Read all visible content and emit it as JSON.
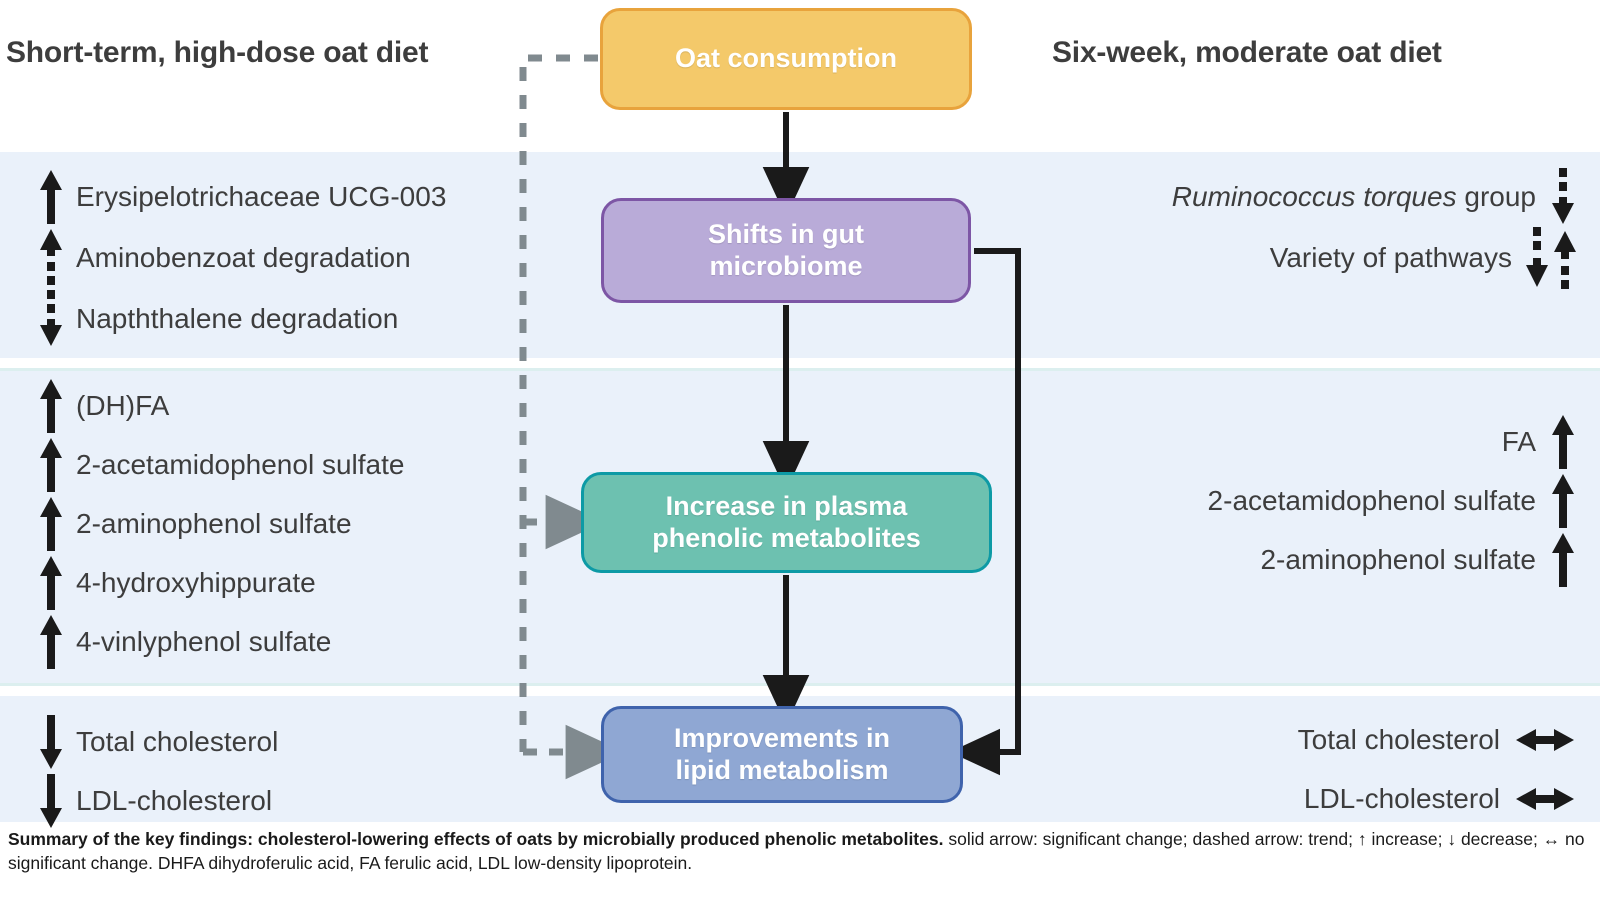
{
  "headings": {
    "left": "Short-term, high-dose oat diet",
    "right": "Six-week, moderate oat diet"
  },
  "nodes": {
    "oat": "Oat consumption",
    "microbiome": "Shifts in gut\nmicrobiome",
    "phenolic": "Increase in plasma\nphenolic metabolites",
    "lipid": "Improvements in\nlipid metabolism"
  },
  "colors": {
    "band": "#eaf1fa",
    "band_tint_edge": "#dcefef",
    "oat_fill": "#f4c96a",
    "oat_border": "#e8a33c",
    "microbiome_fill": "#b9abd8",
    "microbiome_border": "#7d56a5",
    "phenolic_fill": "#6dc1b0",
    "phenolic_border": "#0d9aa5",
    "lipid_fill": "#8fa7d3",
    "lipid_border": "#3f63ac",
    "solid_arrow": "#1a1a1a",
    "dashed_arrow": "#808a8f",
    "text": "#3d3d3d"
  },
  "left_column": {
    "microbiome": [
      {
        "label": "Erysipelotrichaceae UCG-003",
        "arrow": "solid-up"
      },
      {
        "label": "Aminobenzoat degradation",
        "arrow": "dashed-up"
      },
      {
        "label": "Napththalene degradation",
        "arrow": "dashed-down"
      }
    ],
    "metabolites": [
      {
        "label": "(DH)FA",
        "arrow": "solid-up"
      },
      {
        "label": "2-acetamidophenol sulfate",
        "arrow": "solid-up"
      },
      {
        "label": "2-aminophenol sulfate",
        "arrow": "solid-up"
      },
      {
        "label": "4-hydroxyhippurate",
        "arrow": "solid-up"
      },
      {
        "label": "4-vinlyphenol sulfate",
        "arrow": "solid-up"
      }
    ],
    "lipids": [
      {
        "label": "Total cholesterol",
        "arrow": "solid-down"
      },
      {
        "label": "LDL-cholesterol",
        "arrow": "solid-down"
      }
    ]
  },
  "right_column": {
    "microbiome": [
      {
        "label_italic": "Ruminococcus torques",
        "label_roman": " group",
        "arrow": "dashed-down"
      },
      {
        "label_italic": "",
        "label_roman": "Variety of pathways",
        "arrow": "dashed-down-and-up"
      }
    ],
    "metabolites": [
      {
        "label": "FA",
        "arrow": "solid-up"
      },
      {
        "label": "2-acetamidophenol sulfate",
        "arrow": "solid-up"
      },
      {
        "label": "2-aminophenol sulfate",
        "arrow": "solid-up"
      }
    ],
    "lipids": [
      {
        "label": "Total cholesterol",
        "arrow": "double-horizontal"
      },
      {
        "label": "LDL-cholesterol",
        "arrow": "double-horizontal"
      }
    ]
  },
  "caption": {
    "lead": "Summary of the key findings: cholesterol-lowering effects of oats by microbially produced phenolic metabolites.",
    "rest": " solid arrow: significant change; dashed arrow: trend; ↑ increase; ↓ decrease; ↔ no significant change. DHFA dihydroferulic acid, FA ferulic acid, LDL low-density lipoprotein."
  }
}
